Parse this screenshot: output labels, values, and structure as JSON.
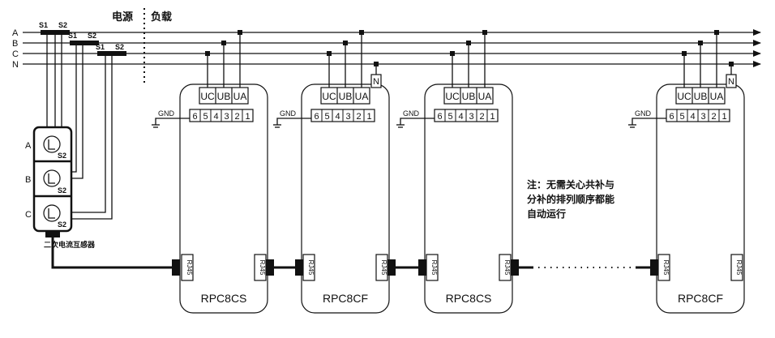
{
  "lines": [
    "A",
    "B",
    "C",
    "N"
  ],
  "divider": {
    "left_label": "电源",
    "right_label": "负载"
  },
  "ct_bus": [
    {
      "s1": "S1",
      "s2": "S2"
    },
    {
      "s1": "S1",
      "s2": "S2"
    },
    {
      "s1": "S1",
      "s2": "S2"
    }
  ],
  "ct_transformers": [
    {
      "phase": "A",
      "terminal": "S2"
    },
    {
      "phase": "B",
      "terminal": "S2"
    },
    {
      "phase": "C",
      "terminal": "S2"
    }
  ],
  "ct_caption": "二次电流互感器",
  "modules": [
    {
      "model": "RPC8CS",
      "gnd": "GND",
      "terminals": [
        "UC",
        "UB",
        "UA"
      ],
      "neutral": "",
      "pins": [
        "6",
        "5",
        "4",
        "3",
        "2",
        "1"
      ],
      "rj45_left": "RJ45",
      "rj45_right": "RJ45"
    },
    {
      "model": "RPC8CF",
      "gnd": "GND",
      "terminals": [
        "UC",
        "UB",
        "UA"
      ],
      "neutral": "N",
      "pins": [
        "6",
        "5",
        "4",
        "3",
        "2",
        "1"
      ],
      "rj45_left": "RJ45",
      "rj45_right": "RJ45"
    },
    {
      "model": "RPC8CS",
      "gnd": "GND",
      "terminals": [
        "UC",
        "UB",
        "UA"
      ],
      "neutral": "",
      "pins": [
        "6",
        "5",
        "4",
        "3",
        "2",
        "1"
      ],
      "rj45_left": "RJ45",
      "rj45_right": "RJ45"
    },
    {
      "model": "RPC8CF",
      "gnd": "GND",
      "terminals": [
        "UC",
        "UB",
        "UA"
      ],
      "neutral": "N",
      "pins": [
        "6",
        "5",
        "4",
        "3",
        "2",
        "1"
      ],
      "rj45_left": "RJ45",
      "rj45_right": "RJ45"
    }
  ],
  "note": [
    "注：无需关心共补与",
    "分补的排列顺序都能",
    "自动运行"
  ]
}
